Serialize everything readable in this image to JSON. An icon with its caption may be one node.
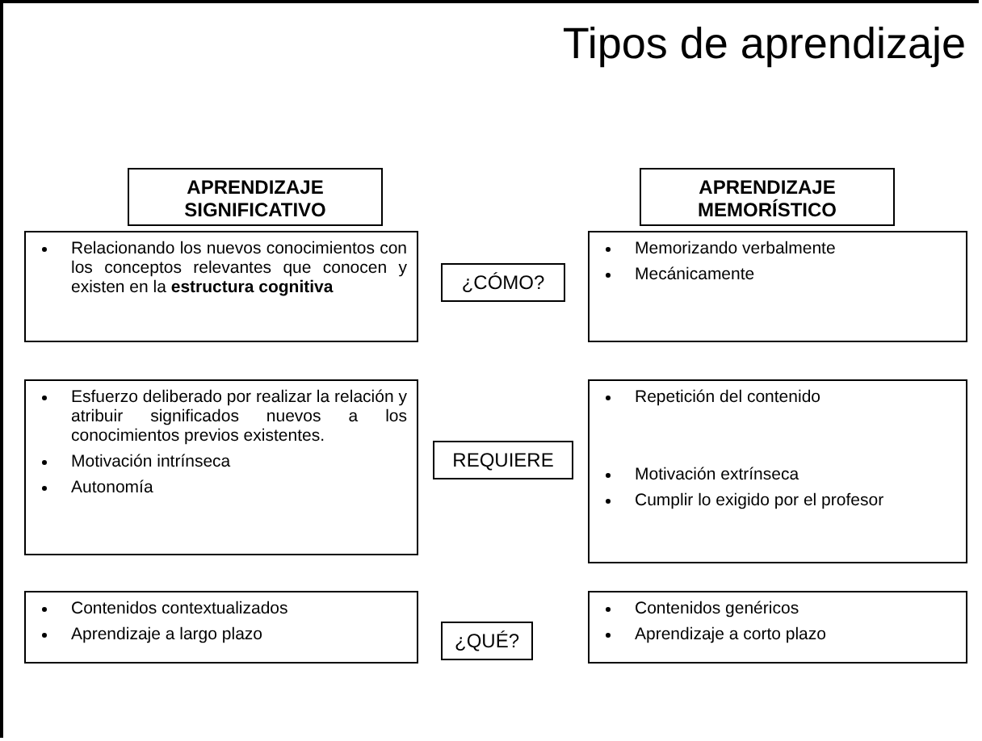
{
  "diagram": {
    "title": "Tipos de aprendizaje",
    "nodes": [
      {
        "text": [
          "APRENDIZAJE SIGNIFICATIVO"
        ]
      },
      {
        "text": [
          "APRENDIZAJE MEMORÍSTICO"
        ]
      },
      {
        "text": [
          "Relacionando los nuevos conocimientos con los conceptos relevantes que conocen y existen en la **estructura cognitiva**"
        ]
      },
      {
        "text": [
          "¿CÓMO?"
        ]
      },
      {
        "text": [
          "Memorizando verbalmente",
          "Mecánicamente"
        ]
      },
      {
        "text": [
          "Esfuerzo deliberado por realizar la relación y atribuir significados nuevos a los conocimientos previos existentes.",
          "Motivación intrínseca",
          "Autonomía"
        ]
      },
      {
        "text": [
          "REQUIERE"
        ]
      },
      {
        "text": [
          "Repetición del contenido",
          "Motivación extrínseca",
          "Cumplir lo exigido por el profesor"
        ]
      },
      {
        "text": [
          "Contenidos contextualizados",
          "Aprendizaje a largo plazo"
        ]
      },
      {
        "text": [
          "¿QUÉ?"
        ]
      },
      {
        "text": [
          "Contenidos genéricos",
          "Aprendizaje a corto plazo"
        ]
      }
    ],
    "edges": []
  }
}
